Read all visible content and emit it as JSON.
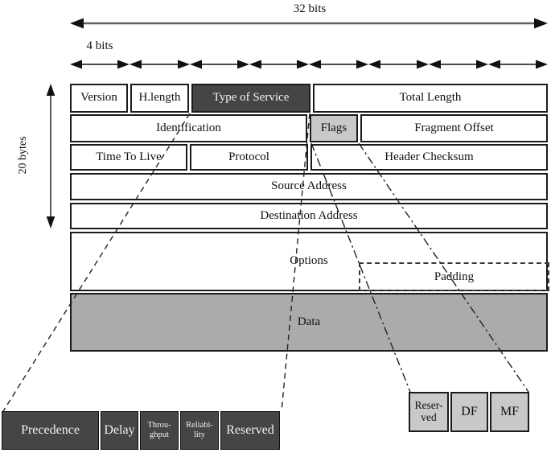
{
  "annotations": {
    "bits32": "32 bits",
    "bits4": "4 bits",
    "bytes20": "20 bytes"
  },
  "colors": {
    "dark_cell": "#454545",
    "light_cell": "#c9c9c9",
    "data_fill": "#ababab",
    "border": "#1b1b1b"
  },
  "header_table": {
    "rows": [
      {
        "cells": [
          {
            "label": "Version"
          },
          {
            "label": "H.length"
          },
          {
            "label": "Type of Service"
          },
          {
            "label": "Total Length"
          }
        ]
      },
      {
        "cells": [
          {
            "label": "Identification"
          },
          {
            "label": "Flags"
          },
          {
            "label": "Fragment Offset"
          }
        ]
      },
      {
        "cells": [
          {
            "label": "Time To Live"
          },
          {
            "label": "Protocol"
          },
          {
            "label": "Header Checksum"
          }
        ]
      },
      {
        "cells": [
          {
            "label": "Source Address"
          }
        ]
      },
      {
        "cells": [
          {
            "label": "Destination Address"
          }
        ]
      },
      {
        "cells": [
          {
            "label": "Options"
          }
        ]
      },
      {
        "cells": [
          {
            "label": "Data"
          }
        ]
      }
    ],
    "padding_label": "Padding"
  },
  "tos_breakdown": {
    "cells": [
      {
        "label": "Precedence"
      },
      {
        "label": "Delay"
      },
      {
        "line1": "Throu-",
        "line2": "ghput"
      },
      {
        "line1": "Reliabi-",
        "line2": "lity"
      },
      {
        "label": "Reserved"
      }
    ]
  },
  "flags_breakdown": {
    "cells": [
      {
        "line1": "Reser-",
        "line2": "ved"
      },
      {
        "label": "DF"
      },
      {
        "label": "MF"
      }
    ]
  }
}
